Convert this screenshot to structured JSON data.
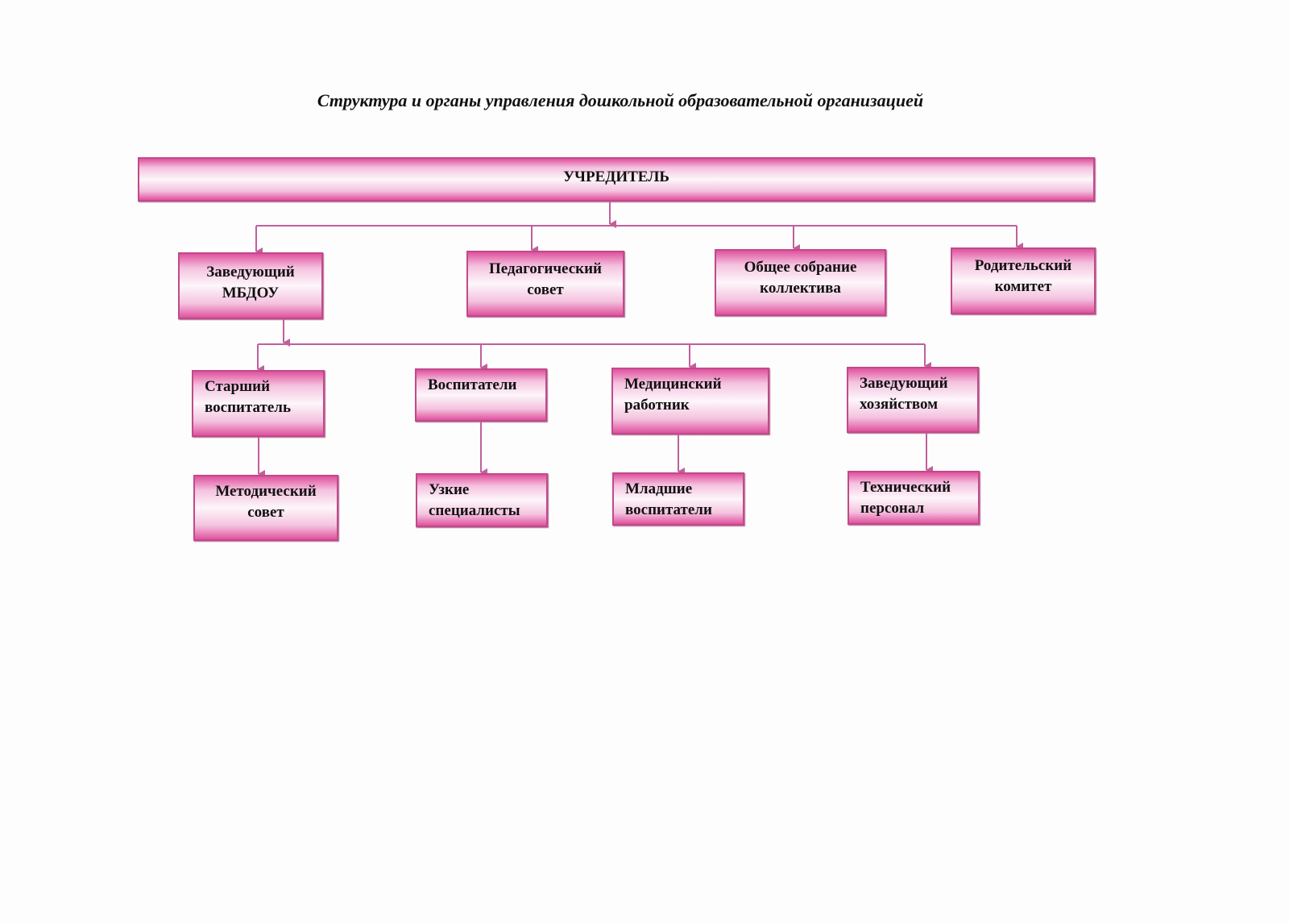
{
  "title": "Структура и органы управления дошкольной образовательной организацией",
  "root": "УЧРЕДИТЕЛЬ",
  "level1": [
    "Заведующий МБДОУ",
    "Педагогический совет",
    "Общее собрание коллектива",
    "Родительский комитет"
  ],
  "level2": [
    "Старший воспитатель",
    "Воспитатели",
    "Медицинский работник",
    "Заведующий хозяйством"
  ],
  "level3": [
    "Методический совет",
    "Узкие специалисты",
    "Младшие воспитатели",
    "Технический персонал"
  ],
  "colors": {
    "box_edge": "#e0529e",
    "line": "#c0609a"
  }
}
